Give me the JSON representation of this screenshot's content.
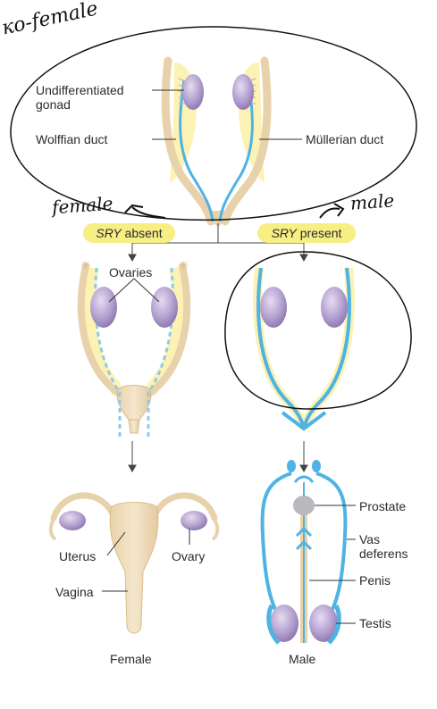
{
  "annotations": {
    "top_note": "ко-female",
    "left_note": "female",
    "right_note": "male"
  },
  "sry": {
    "absent_italic": "SRY",
    "absent_rest": " absent",
    "present_italic": "SRY",
    "present_rest": " present"
  },
  "labels": {
    "undiff_line1": "Undifferentiated",
    "undiff_line2": "gonad",
    "wolffian": "Wolffian duct",
    "mullerian": "Müllerian duct",
    "ovaries": "Ovaries",
    "prostate": "Prostate",
    "vas_line1": "Vas",
    "vas_line2": "deferens",
    "penis": "Penis",
    "testis": "Testis",
    "uterus": "Uterus",
    "ovary": "Ovary",
    "vagina": "Vagina",
    "female": "Female",
    "male": "Male"
  },
  "colors": {
    "duct_blue": "#4fb3e3",
    "tissue_tan": "#ecd6b0",
    "tan_outline": "#d9bc8c",
    "gonad_purple": "#a792c4",
    "highlight_yellow": "#f7ee84",
    "ink": "#111111"
  }
}
